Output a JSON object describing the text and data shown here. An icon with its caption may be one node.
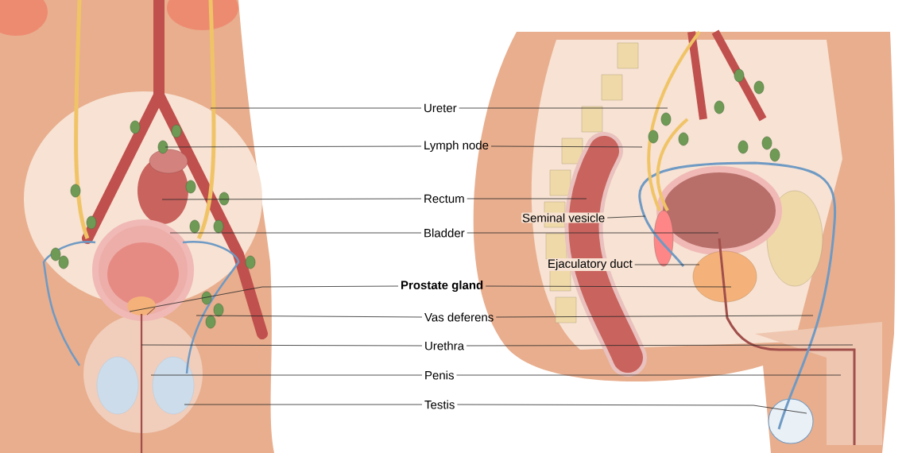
{
  "diagram": {
    "nodes": [
      {
        "text": [
          "Ureter"
        ]
      },
      {
        "text": [
          "Lymph node"
        ]
      },
      {
        "text": [
          "Rectum"
        ]
      },
      {
        "text": [
          "Bladder"
        ]
      },
      {
        "text": [
          "Prostate gland"
        ]
      },
      {
        "text": [
          "Vas deferens"
        ]
      },
      {
        "text": [
          "Urethra"
        ]
      },
      {
        "text": [
          "Penis"
        ]
      },
      {
        "text": [
          "Testis"
        ]
      },
      {
        "text": [
          "Seminal vesicle"
        ]
      },
      {
        "text": [
          "Ejaculatory duct"
        ]
      }
    ],
    "edges": [
      {
        "from": 0,
        "to": null,
        "arrow": "none"
      },
      {
        "from": 0,
        "to": null,
        "arrow": "none"
      },
      {
        "from": 1,
        "to": null,
        "arrow": "none"
      },
      {
        "from": 1,
        "to": null,
        "arrow": "none"
      },
      {
        "from": 2,
        "to": null,
        "arrow": "none"
      },
      {
        "from": 2,
        "to": null,
        "arrow": "none"
      },
      {
        "from": 3,
        "to": null,
        "arrow": "none"
      },
      {
        "from": 3,
        "to": null,
        "arrow": "none"
      },
      {
        "from": 4,
        "to": null,
        "arrow": "none"
      },
      {
        "from": 4,
        "to": null,
        "arrow": "none"
      },
      {
        "from": 5,
        "to": null,
        "arrow": "none"
      },
      {
        "from": 5,
        "to": null,
        "arrow": "none"
      },
      {
        "from": 6,
        "to": null,
        "arrow": "none"
      },
      {
        "from": 6,
        "to": null,
        "arrow": "none"
      },
      {
        "from": 7,
        "to": null,
        "arrow": "none"
      },
      {
        "from": 7,
        "to": null,
        "arrow": "none"
      },
      {
        "from": 8,
        "to": null,
        "arrow": "none"
      },
      {
        "from": 8,
        "to": null,
        "arrow": "none"
      },
      {
        "from": 9,
        "to": null,
        "arrow": "none"
      },
      {
        "from": 10,
        "to": null,
        "arrow": "none"
      }
    ]
  }
}
